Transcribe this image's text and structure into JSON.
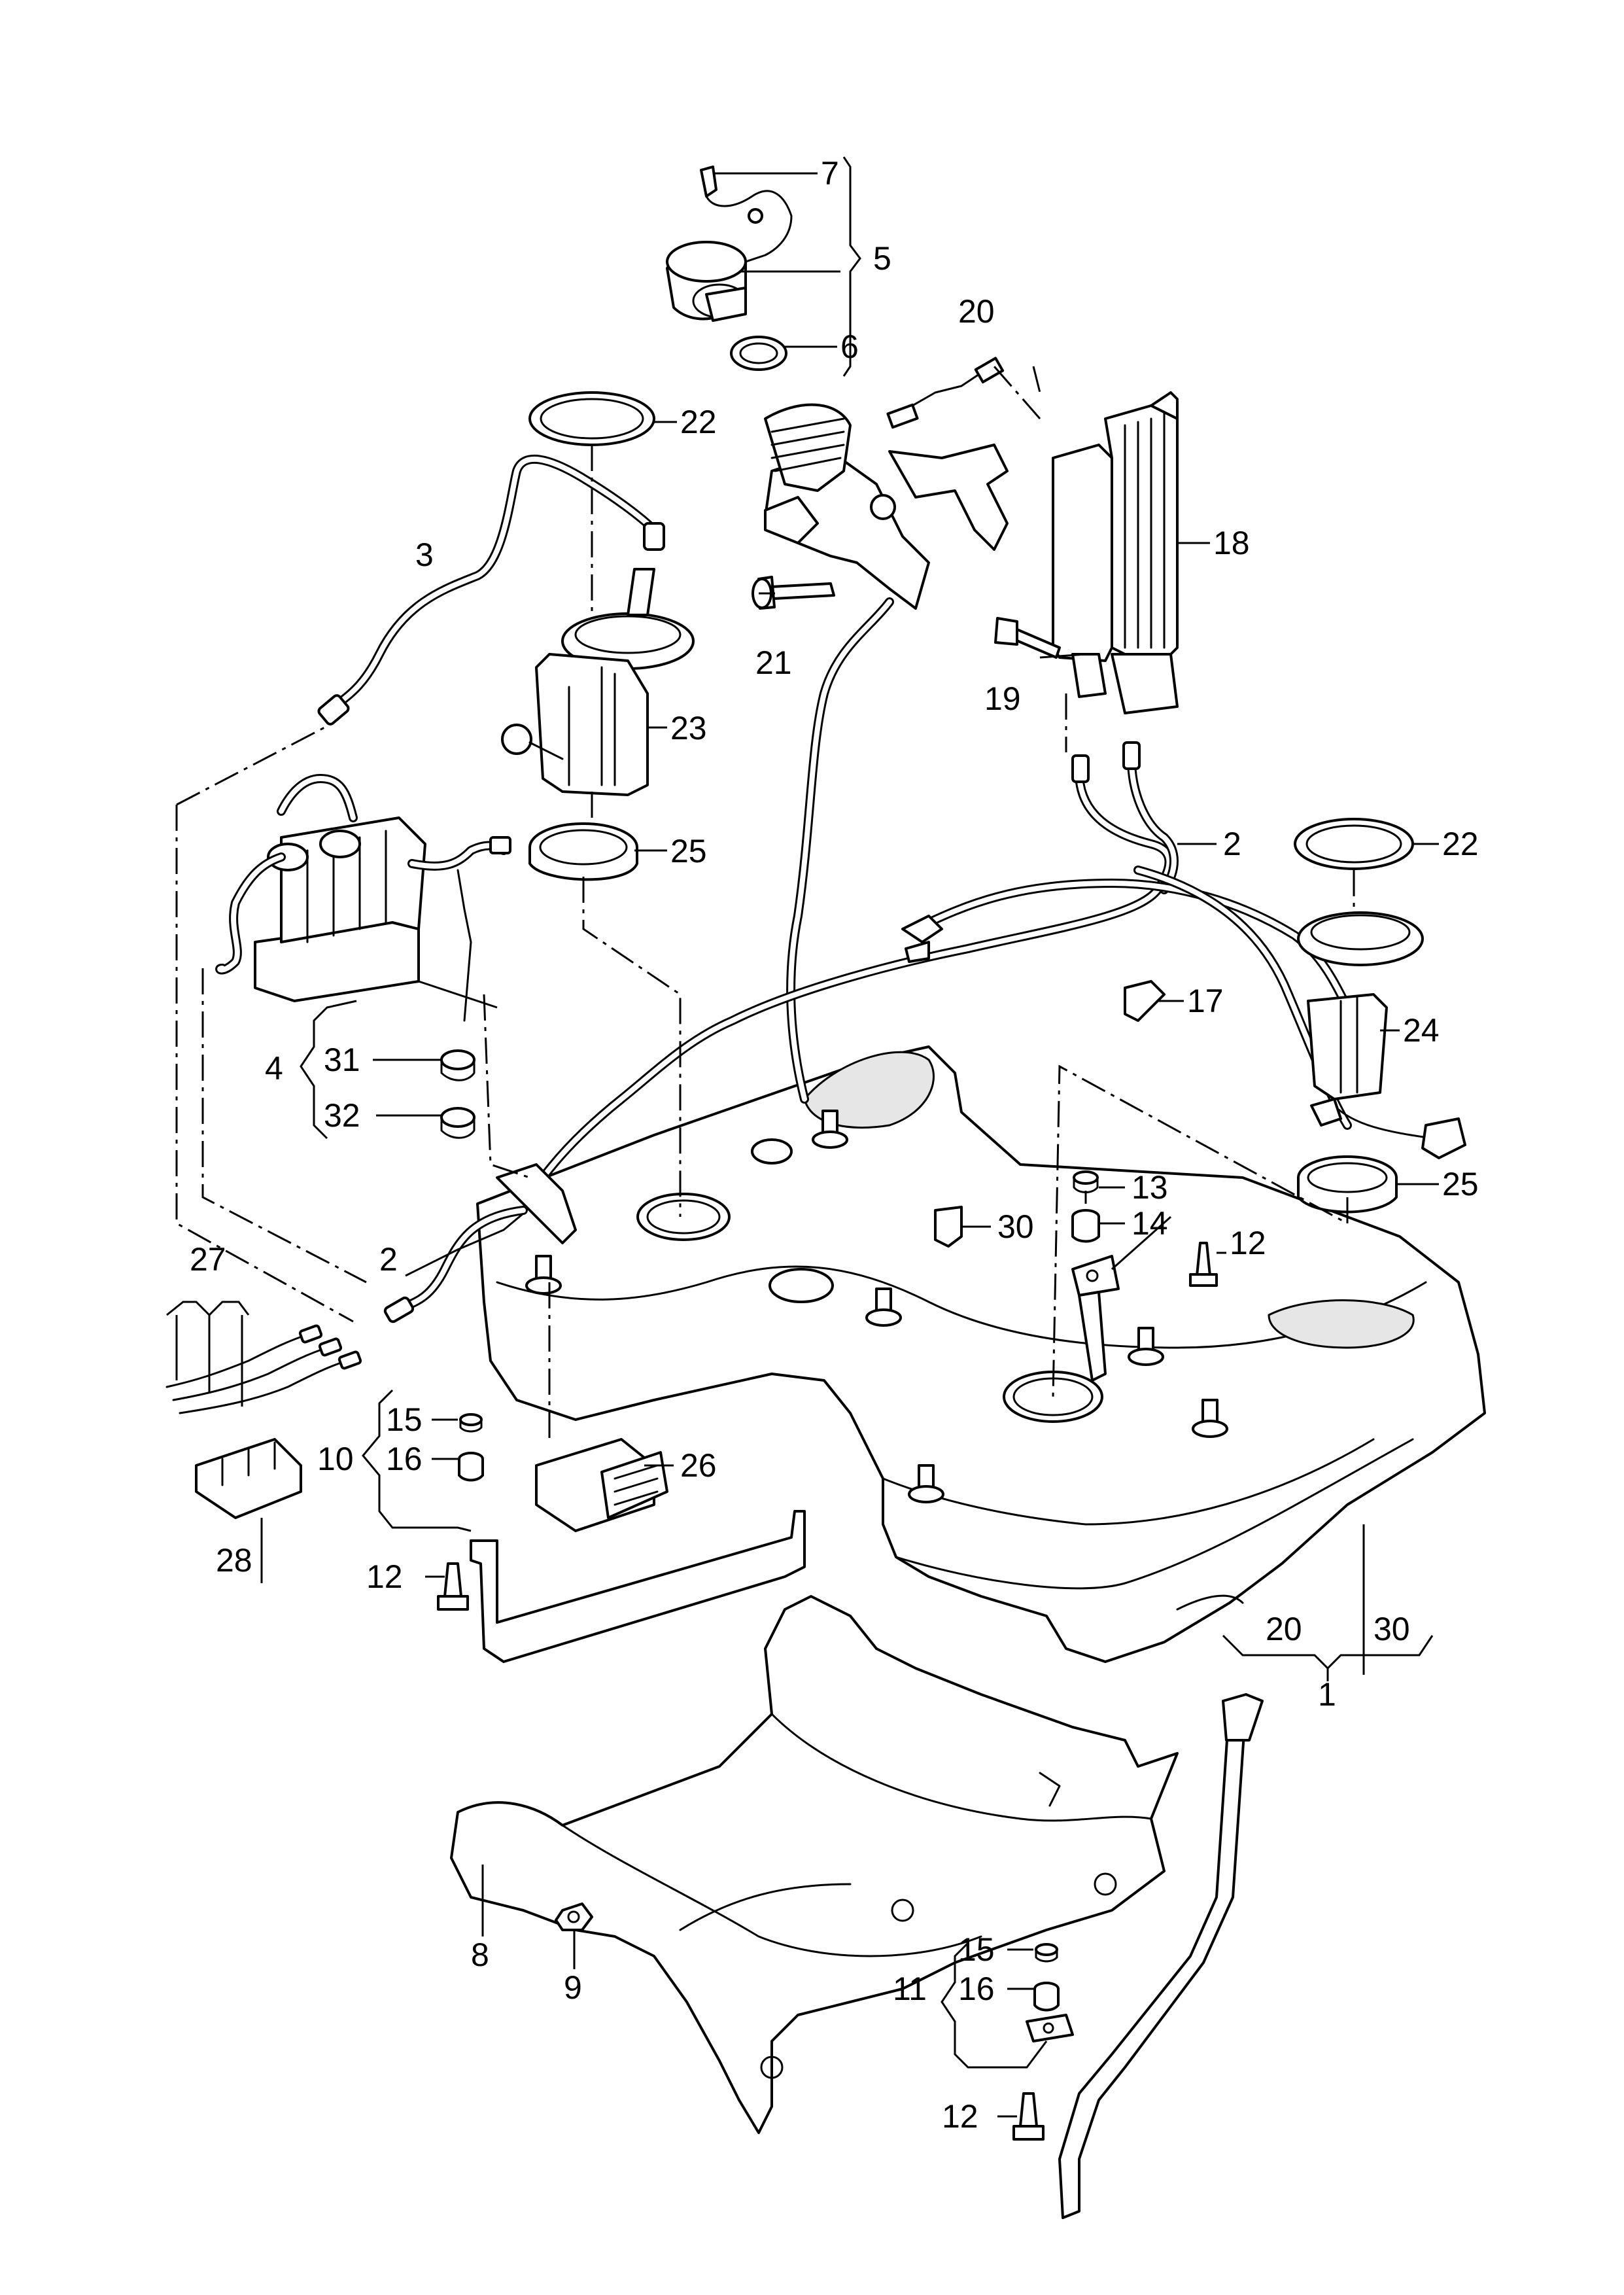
{
  "labels": {
    "l7": "7",
    "l5": "5",
    "l6": "6",
    "l20_top": "20",
    "l22_top": "22",
    "l22_right": "22",
    "l3": "3",
    "l18": "18",
    "l21": "21",
    "l19": "19",
    "l23": "23",
    "l25_top": "25",
    "l25_right": "25",
    "l2_right": "2",
    "l2_left": "2",
    "l17": "17",
    "l24": "24",
    "l4": "4",
    "l31": "31",
    "l32": "32",
    "l13": "13",
    "l14": "14",
    "l30_mid": "30",
    "l12_mid": "12",
    "l27": "27",
    "l10": "10",
    "l15_left": "15",
    "l16_left": "16",
    "l26": "26",
    "l28": "28",
    "l12_left": "12",
    "l20_bottom": "20",
    "l30_bottom": "30",
    "l1": "1",
    "l8": "8",
    "l9": "9",
    "l11": "11",
    "l15_right": "15",
    "l16_right": "16",
    "l12_bottom": "12"
  }
}
